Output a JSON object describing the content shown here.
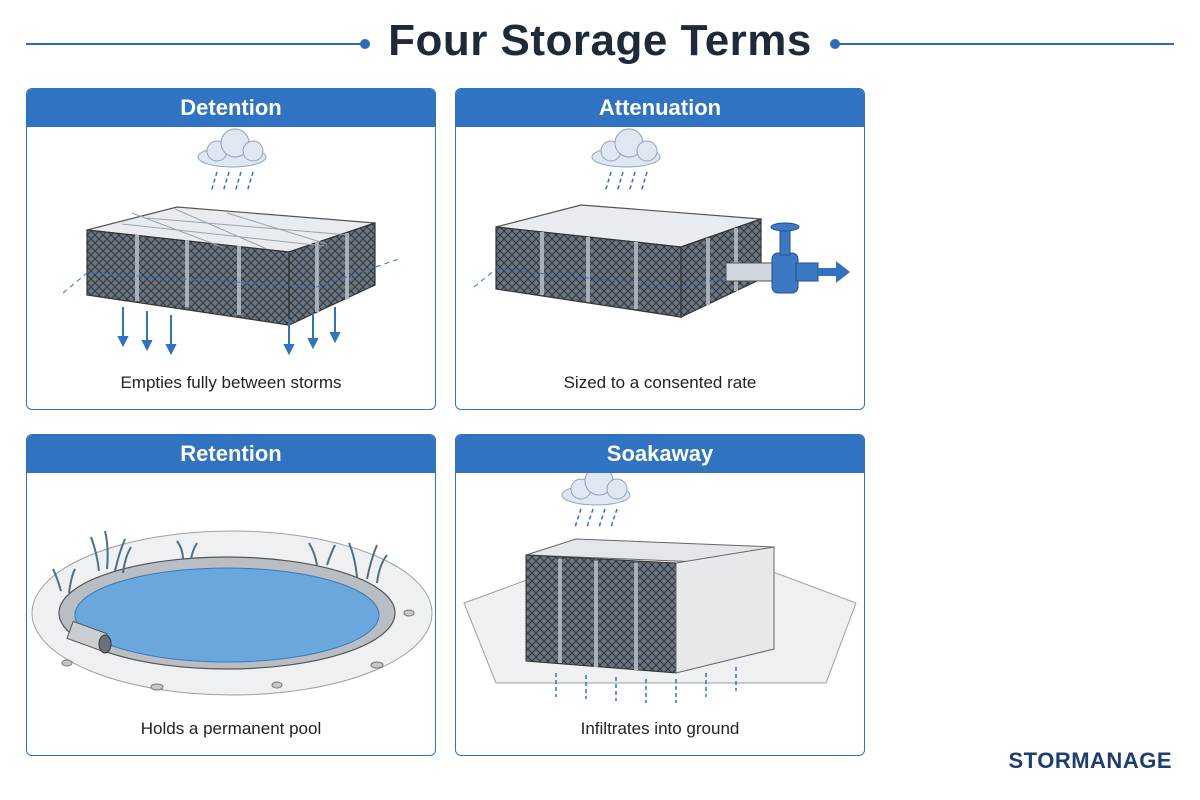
{
  "page": {
    "title": "Four Storage Terms"
  },
  "cards": [
    {
      "title": "Detention",
      "caption": "Empties fully between storms"
    },
    {
      "title": "Attenuation",
      "caption": "Sized to a consented rate"
    },
    {
      "title": "Retention",
      "caption": "Holds a permanent pool"
    },
    {
      "title": "Soakaway",
      "caption": "Infiltrates into ground"
    }
  ],
  "brand": {
    "name": "STORMANAGE"
  },
  "colors": {
    "accent": "#2f73c2",
    "water": "#6aa7dd",
    "crate": "#5a6470"
  }
}
